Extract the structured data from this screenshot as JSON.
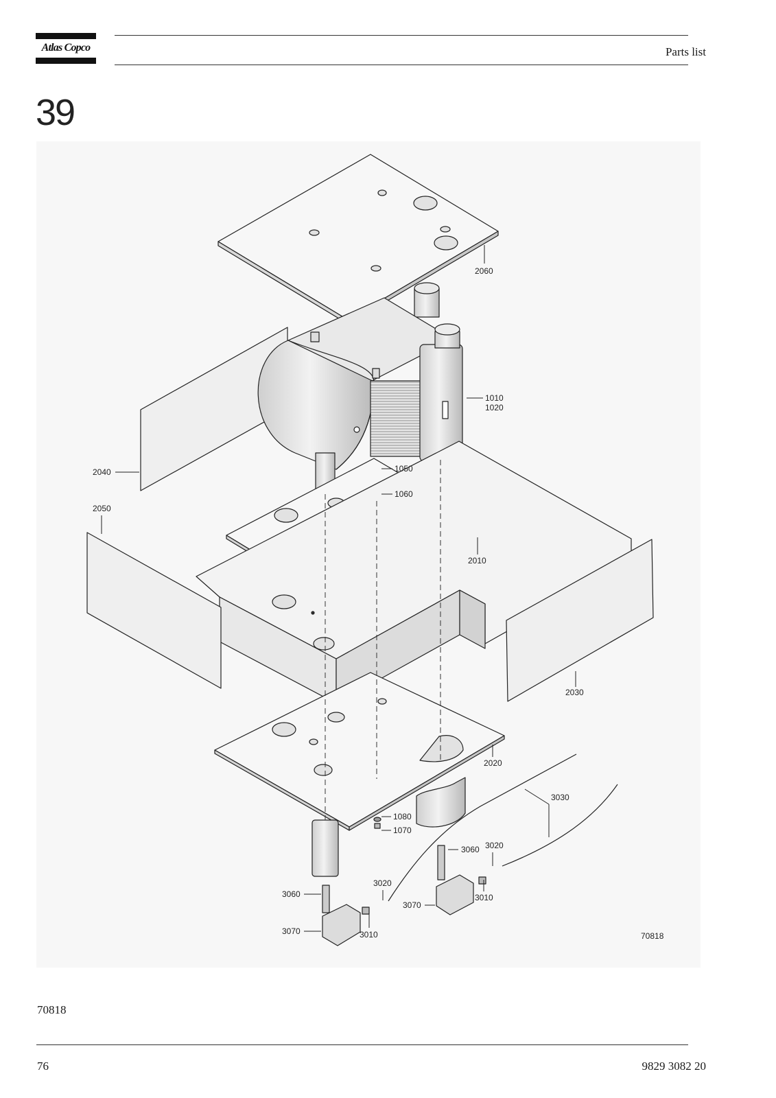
{
  "header": {
    "brand": "Atlas Copco",
    "title": "Parts list"
  },
  "section_number": "39",
  "drawing": {
    "labels": {
      "l2060": "2060",
      "l1010": "1010",
      "l1020": "1020",
      "l2040": "2040",
      "l1050": "1050",
      "l1060": "1060",
      "l2050": "2050",
      "l2010": "2010",
      "l2030": "2030",
      "l2020": "2020",
      "l3030": "3030",
      "l1080": "1080",
      "l1070": "1070",
      "l3060a": "3060",
      "l3020a": "3020",
      "l3060b": "3060",
      "l3020b": "3020",
      "l3070a": "3070",
      "l3010a": "3010",
      "l3070b": "3070",
      "l3010b": "3010",
      "drawing_id": "70818"
    }
  },
  "footer": {
    "figure_ref": "70818",
    "page_number": "76",
    "doc_number": "9829 3082 20"
  }
}
